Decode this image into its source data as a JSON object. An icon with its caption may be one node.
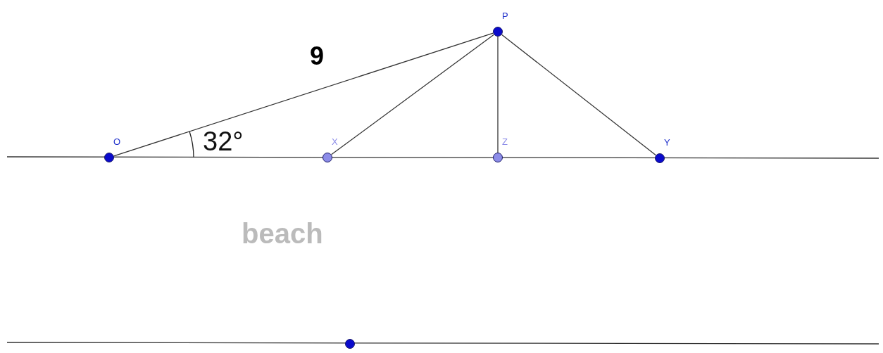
{
  "diagram": {
    "nodes": [
      {
        "text": [
          "P"
        ]
      },
      {
        "text": [
          "O"
        ]
      },
      {
        "text": [
          "X"
        ]
      },
      {
        "text": [
          "Z"
        ]
      },
      {
        "text": [
          "Y"
        ]
      },
      {
        "text": [],
        "shape": "circle"
      }
    ],
    "edges": [
      {
        "from": 1,
        "to": 0,
        "arrow": "none",
        "label": "9"
      },
      {
        "from": 2,
        "to": 0,
        "arrow": "none"
      },
      {
        "from": 3,
        "to": 0,
        "arrow": "none"
      },
      {
        "from": 4,
        "to": 0,
        "arrow": "none"
      }
    ],
    "labels": [
      "32°",
      "beach"
    ]
  }
}
